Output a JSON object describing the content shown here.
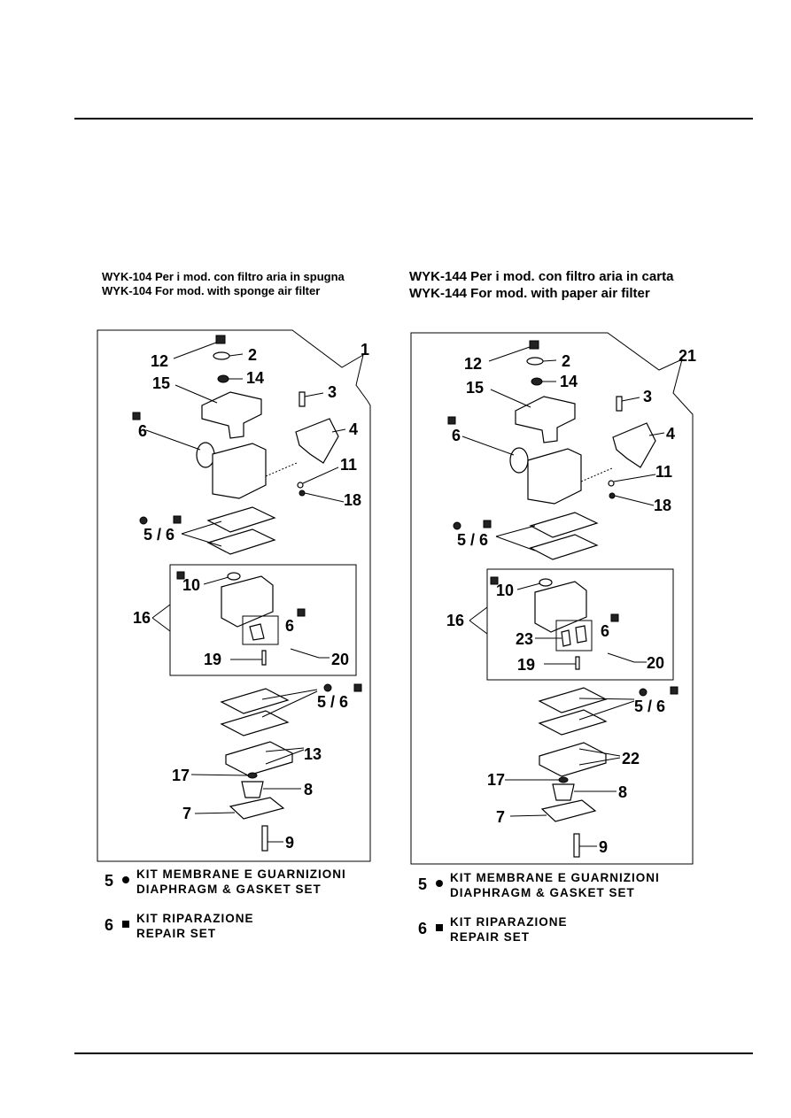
{
  "left_panel": {
    "heading_it": "WYK-104 Per i mod. con filtro aria in spugna",
    "heading_en": "WYK-104 For mod. with sponge air filter",
    "callouts": {
      "c1": "1",
      "c2": "2",
      "c3": "3",
      "c4": "4",
      "c6a": "6",
      "c11": "11",
      "c12": "12",
      "c14": "14",
      "c15": "15",
      "c18": "18",
      "c56a": "5 / 6",
      "c10": "10",
      "c16": "16",
      "c6b": "6",
      "c19": "19",
      "c20": "20",
      "c56b": "5 / 6",
      "c13": "13",
      "c17": "17",
      "c8": "8",
      "c7": "7",
      "c9": "9"
    },
    "legend": [
      {
        "num": "5",
        "line1": "KIT MEMBRANE E GUARNIZIONI",
        "line2": "DIAPHRAGM & GASKET SET"
      },
      {
        "num": "6",
        "line1": "KIT RIPARAZIONE",
        "line2": "REPAIR SET"
      }
    ]
  },
  "right_panel": {
    "heading_it": "WYK-144 Per i mod. con filtro aria in carta",
    "heading_en": "WYK-144 For mod. with paper air filter",
    "callouts": {
      "c21": "21",
      "c2": "2",
      "c3": "3",
      "c4": "4",
      "c6a": "6",
      "c11": "11",
      "c12": "12",
      "c14": "14",
      "c15": "15",
      "c18": "18",
      "c56a": "5 / 6",
      "c10": "10",
      "c16": "16",
      "c23": "23",
      "c6b": "6",
      "c19": "19",
      "c20": "20",
      "c56b": "5 / 6",
      "c22": "22",
      "c17": "17",
      "c8": "8",
      "c7": "7",
      "c9": "9"
    },
    "legend": [
      {
        "num": "5",
        "line1": "KIT MEMBRANE E GUARNIZIONI",
        "line2": "DIAPHRAGM & GASKET SET"
      },
      {
        "num": "6",
        "line1": "KIT RIPARAZIONE",
        "line2": "REPAIR SET"
      }
    ]
  },
  "icons": {
    "diaphragm_kit_symbol": "filled-circle-icon",
    "repair_kit_symbol": "filled-square-icon"
  }
}
